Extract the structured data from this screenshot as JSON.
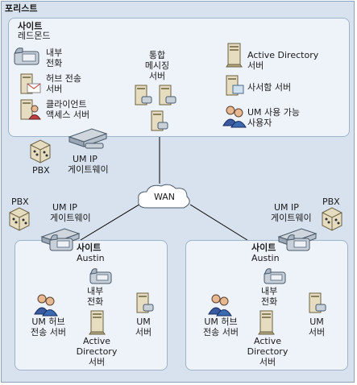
{
  "forest": {
    "title": "포리스트"
  },
  "redmond": {
    "site_label": "사이트",
    "site_name": "레드몬드",
    "internal_phone": [
      "내부",
      "전화"
    ],
    "hub_transport_server": [
      "허브 전송",
      "서버"
    ],
    "client_access_server": [
      "클라이언트",
      "액세스 서버"
    ],
    "unified_messaging_server": [
      "통합",
      "메시징",
      "서버"
    ],
    "active_directory_server": [
      "Active Directory",
      "서버"
    ],
    "mailbox_server": "사서함 서버",
    "um_enabled_users": [
      "UM 사용 가능",
      "사용자"
    ],
    "pbx": "PBX",
    "um_ip_gateway": [
      "UM IP",
      "게이트웨이"
    ]
  },
  "wan": "WAN",
  "austin_left": {
    "pbx": "PBX",
    "um_ip_gateway": [
      "UM IP",
      "게이트웨이"
    ],
    "site_label": "사이트",
    "site_name": "Austin",
    "internal_phone": [
      "내부",
      "전화"
    ],
    "um_hub_transport_server": [
      "UM 허브",
      "전송 서버"
    ],
    "active_directory_server": [
      "Active",
      "Directory",
      "서버"
    ],
    "um_server": [
      "UM",
      "서버"
    ]
  },
  "austin_right": {
    "pbx": "PBX",
    "um_ip_gateway": [
      "UM IP",
      "게이트웨이"
    ],
    "site_label": "사이트",
    "site_name": "Austin",
    "internal_phone": [
      "내부",
      "전화"
    ],
    "um_hub_transport_server": [
      "UM 허브",
      "전송 서버"
    ],
    "active_directory_server": [
      "Active",
      "Directory",
      "서버"
    ],
    "um_server": [
      "UM",
      "서버"
    ]
  },
  "colors": {
    "panel_fill": "#eef3f9",
    "panel_border": "#9fb3c8",
    "frame_fill": "#d7e2ee",
    "line": "#000000"
  }
}
